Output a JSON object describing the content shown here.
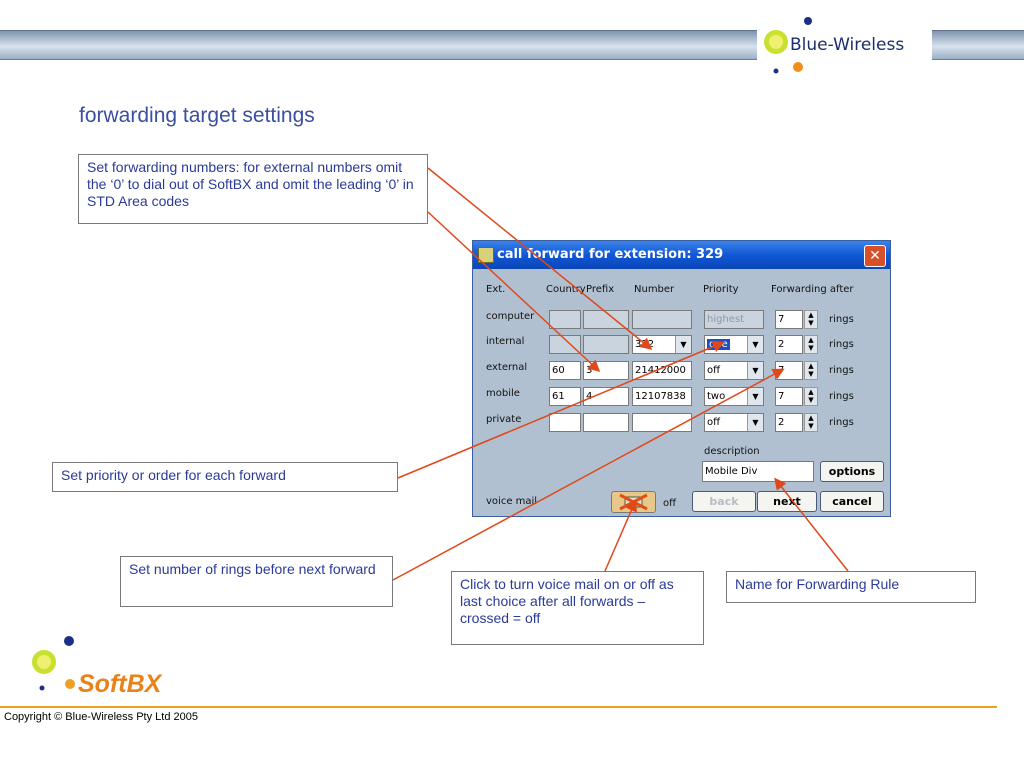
{
  "header": {
    "brand": "Blue-Wireless"
  },
  "page_title": "forwarding target settings",
  "callouts": {
    "numbers": "Set forwarding numbers: for external numbers omit the ‘0’ to dial out of SoftBX and omit the leading ‘0’ in STD Area codes",
    "priority": "Set priority or order for each forward",
    "rings": "Set number of rings before next forward",
    "voicemail": "Click to turn voice mail on or off as last choice after all forwards – crossed = off",
    "name": "Name for Forwarding Rule"
  },
  "dialog": {
    "title": "call forward for extension: 329",
    "close": "✕",
    "headers": {
      "ext": "Ext.",
      "country": "Country",
      "prefix": "Prefix",
      "number": "Number",
      "priority": "Priority",
      "forwarding": "Forwarding after"
    },
    "rows": [
      {
        "ext": "computer",
        "country": "",
        "prefix": "",
        "number": "",
        "priority": "highest",
        "rings": "7",
        "unit": "rings"
      },
      {
        "ext": "internal",
        "country": "",
        "prefix": "",
        "number": "322",
        "priority": "one",
        "rings": "2",
        "unit": "rings"
      },
      {
        "ext": "external",
        "country": "60",
        "prefix": "3",
        "number": "21412000",
        "priority": "off",
        "rings": "7",
        "unit": "rings"
      },
      {
        "ext": "mobile",
        "country": "61",
        "prefix": "4",
        "number": "12107838",
        "priority": "two",
        "rings": "7",
        "unit": "rings"
      },
      {
        "ext": "private",
        "country": "",
        "prefix": "",
        "number": "",
        "priority": "off",
        "rings": "2",
        "unit": "rings"
      }
    ],
    "description_label": "description",
    "description_value": "Mobile Div",
    "options": "options",
    "voicemail_label": "voice mail",
    "voicemail_state": "off",
    "back": "back",
    "next": "next",
    "cancel": "cancel"
  },
  "footer": {
    "logo": "SoftBX",
    "copyright": "Copyright © Blue-Wireless Pty Ltd 2005"
  }
}
